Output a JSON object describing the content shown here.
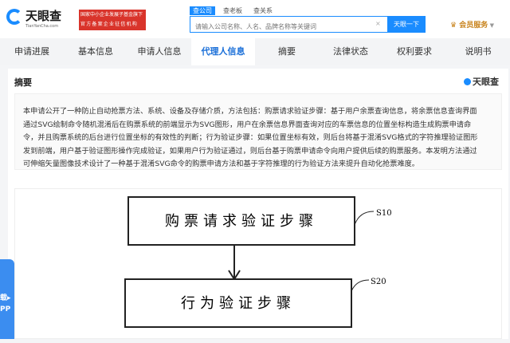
{
  "header": {
    "logo_name": "天眼查",
    "logo_domain": "TianYanCha.com",
    "banner_lines": [
      "国家中小企业发展子基金旗下",
      "官方备案企业征信机构"
    ],
    "search_tabs": [
      {
        "label": "查公司",
        "active": true
      },
      {
        "label": "查老板"
      },
      {
        "label": "查关系"
      }
    ],
    "search_placeholder": "请输入公司名称、人名、品牌名称等关键词",
    "search_button": "天眼一下",
    "vip_label": "会员服务"
  },
  "nav": {
    "tabs": [
      {
        "label": "申请进展"
      },
      {
        "label": "基本信息"
      },
      {
        "label": "申请人信息"
      },
      {
        "label": "代理人信息",
        "active": true
      },
      {
        "label": "摘要"
      },
      {
        "label": "法律状态"
      },
      {
        "label": "权利要求"
      },
      {
        "label": "说明书"
      }
    ]
  },
  "section": {
    "title": "摘要",
    "watermark": "天眼查"
  },
  "abstract_lines": [
    "本申请公开了一种防止自动抢票方法、系统、设备及存储介质，方法包括：购票请求验证步骤：基于用户余票查询信息，将余票信息查询界面",
    "通过SVG绘制命令随机混淆后在购票系统的前端显示为SVG图形，用户在余票信息界面查询对应的车票信息的位置坐标构造生成购票申请命",
    "令，并且购票系统的后台进行位置坐标的有效性的判断；行为验证步骤：如果位置坐标有效，则后台将基于混淆SVG格式的字符推理验证图形",
    "发到前端，用户基于验证图形操作完成验证，如果用户行为验证通过，则后台基于购票申请命令向用户提供后续的购票服务。本发明方法通过",
    "可伸缩矢量图像技术设计了一种基于混淆SVG命令的购票申请方法和基于字符推理的行为验证方法来提升自动化抢票难度。"
  ],
  "figure": {
    "steps": [
      {
        "text": "购票请求验证步骤",
        "label": "S10"
      },
      {
        "text": "行为验证步骤",
        "label": "S20"
      }
    ]
  },
  "side_widget": {
    "lines": [
      "载▸",
      "PP"
    ]
  }
}
